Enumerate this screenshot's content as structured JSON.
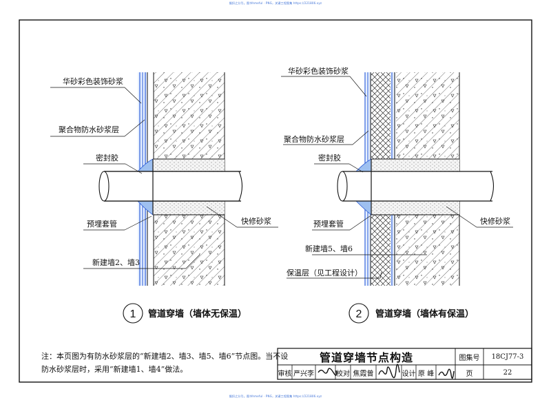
{
  "header_note": "猴扣之分引。图书hmeful · PNG，关键工程图集 https://221806.xyz",
  "footer_note": "猴扣之分引。图书hmeful · PNG，关键工程图集 https://221806.xyz",
  "left_detail": {
    "labels": {
      "decor_mortar": "华砂彩色装饰砂浆",
      "waterproof": "聚合物防水砂浆层",
      "sealant": "密封胶",
      "sleeve": "预埋套管",
      "wall": "新建墙2、墙3",
      "repair_mortar": "快修砂浆"
    },
    "number": "1",
    "caption": "管道穿墙（墙体无保温）"
  },
  "right_detail": {
    "labels": {
      "decor_mortar": "华砂彩色装饰砂浆",
      "waterproof": "聚合物防水砂浆层",
      "sealant": "密封胶",
      "sleeve": "预埋套管",
      "wall": "新建墙5、墙6",
      "insulation": "保温层（见工程设计）",
      "repair_mortar": "快修砂浆"
    },
    "number": "2",
    "caption": "管道穿墙（墙体有保温）"
  },
  "note": {
    "line1": "注：本页图为有防水砂浆层的“新建墙2、墙3、墙5、墙6”节点图。当不设",
    "line2": "防水砂浆层时，采用“新建墙1、墙4”做法。"
  },
  "title_block": {
    "title": "管道穿墙节点构造",
    "atlas_label": "图集号",
    "atlas_no": "18CJ77-3",
    "review_label": "审核",
    "reviewer": "严兴李",
    "check_label": "校对",
    "checker": "焦霞曾",
    "design_label": "设计",
    "designer": "原 峰",
    "page_label": "页",
    "page_no": "22",
    "signatures": [
      "严兴李",
      "焦霞曾",
      "原峰"
    ]
  }
}
